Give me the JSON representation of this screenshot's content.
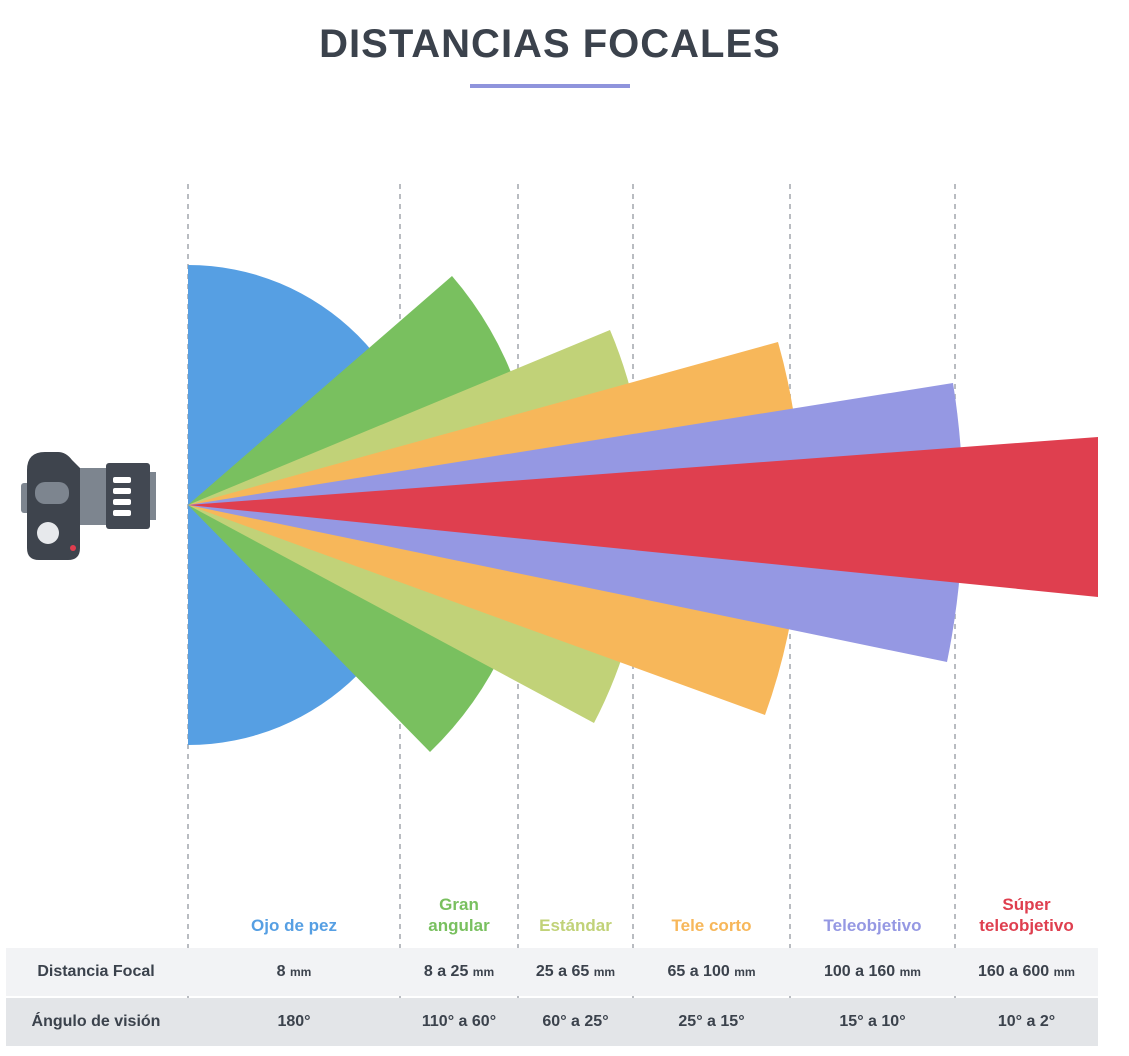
{
  "title": "DISTANCIAS FOCALES",
  "categories": [
    {
      "name": "Ojo de pez",
      "color": "#569fe3",
      "focal": "8",
      "angle": "180°"
    },
    {
      "name": "Gran angular",
      "color": "#79c05f",
      "focal": "8 a 25",
      "angle": "110° a 60°"
    },
    {
      "name": "Estándar",
      "color": "#c1d278",
      "focal": "25 a 65",
      "angle": "60° a 25°"
    },
    {
      "name": "Tele corto",
      "color": "#f7b75a",
      "focal": "65 a 100",
      "angle": "25° a 15°"
    },
    {
      "name": "Teleobjetivo",
      "color": "#9598e3",
      "focal": "100 a 160",
      "angle": "15° a 10°"
    },
    {
      "name": "Súper teleobjetivo",
      "color": "#df3f4f",
      "focal": "160 a 600",
      "angle": "10° a 2°"
    }
  ],
  "table": {
    "row1_label": "Distancia Focal",
    "row2_label": "Ángulo de visión",
    "unit": "mm"
  },
  "icons": {
    "camera": "camera-icon"
  }
}
